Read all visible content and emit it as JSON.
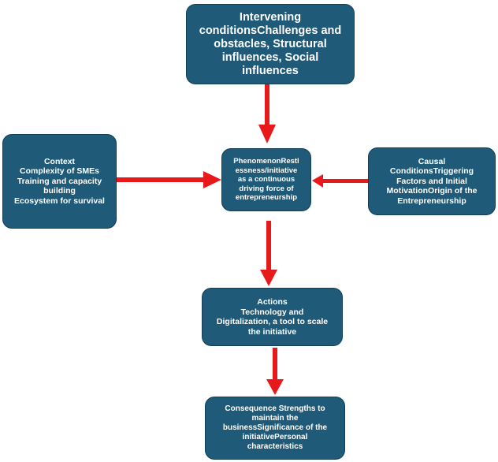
{
  "intervening": {
    "lines": [
      "Intervening",
      "conditionsChallenges and",
      "obstacles, Structural",
      "influences, Social",
      "influences"
    ]
  },
  "context": {
    "lines": [
      "Context",
      "Complexity of SMEs",
      "Training and capacity",
      "building",
      "Ecosystem for survival"
    ]
  },
  "phenomenon": {
    "lines": [
      "PhenomenonRestl",
      "essness/initiative",
      "as a continuous",
      "driving force of",
      "entrepreneurship"
    ]
  },
  "causal": {
    "lines": [
      "Causal",
      "ConditionsTriggering",
      "Factors and Initial",
      "MotivationOrigin of the",
      "Entrepreneurship"
    ]
  },
  "actions": {
    "lines": [
      "Actions",
      "Technology and",
      "Digitalization, a tool to scale",
      "the initiative"
    ]
  },
  "consequence": {
    "lines": [
      "Consequence Strengths to",
      "maintain the",
      "businessSignificance of the",
      "initiativePersonal",
      "characteristics"
    ]
  },
  "colors": {
    "box_fill": "#1f5b79",
    "box_border": "#133e55",
    "arrow": "#e8191b",
    "text": "#ffffff"
  }
}
